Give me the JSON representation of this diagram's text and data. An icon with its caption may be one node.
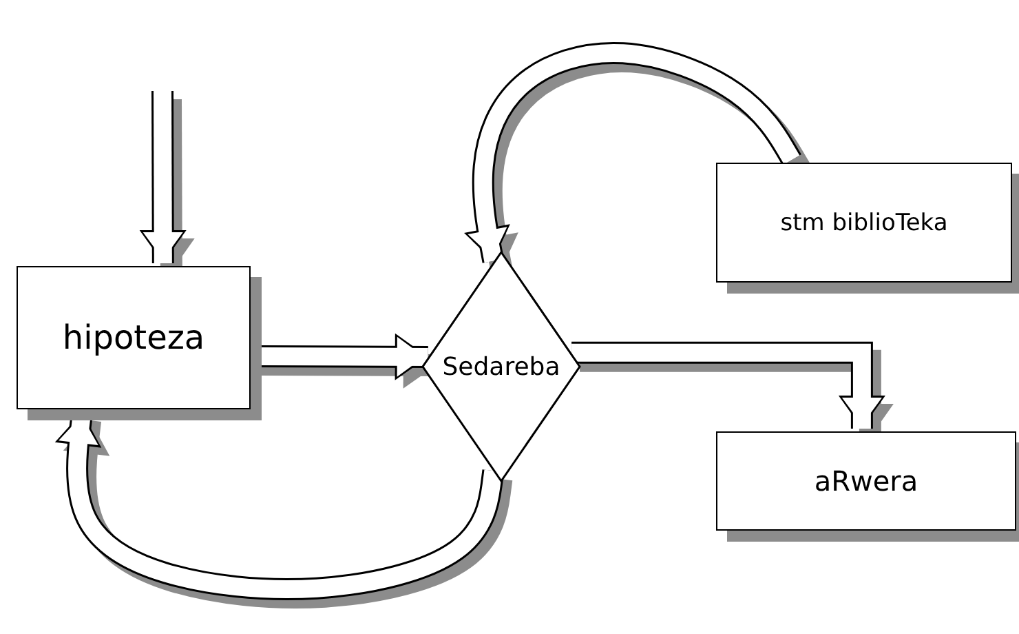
{
  "diagram": {
    "nodes": [
      {
        "text": [
          "hipoteza"
        ]
      },
      {
        "text": [
          "Sedareba"
        ]
      },
      {
        "text": [
          "stm biblioTeka"
        ]
      },
      {
        "text": [
          "aRwera"
        ]
      }
    ],
    "edges": [
      {
        "from": null,
        "to": 0,
        "arrow": "to"
      },
      {
        "from": 0,
        "to": 1,
        "arrow": "to"
      },
      {
        "from": 2,
        "to": 1,
        "arrow": "to"
      },
      {
        "from": 1,
        "to": 3,
        "arrow": "to"
      },
      {
        "from": 1,
        "to": 0,
        "arrow": "to"
      }
    ]
  }
}
